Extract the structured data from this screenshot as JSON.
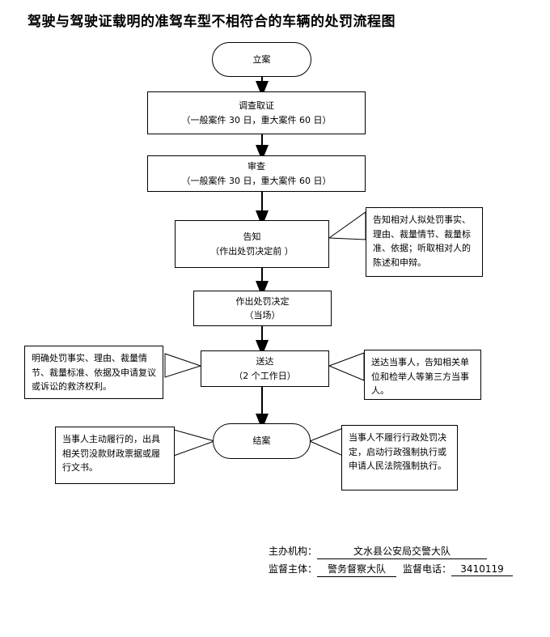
{
  "title": "驾驶与驾驶证载明的准驾车型不相符合的车辆的处罚流程图",
  "nodes": [
    {
      "id": "start",
      "shape": "terminator",
      "line1": "立案",
      "line2": ""
    },
    {
      "id": "investigate",
      "shape": "process",
      "line1": "调查取证",
      "line2": "（一般案件 30 日，重大案件 60 日）"
    },
    {
      "id": "review",
      "shape": "process",
      "line1": "审查",
      "line2": "（一般案件 30 日，重大案件 60 日）"
    },
    {
      "id": "notify",
      "shape": "process",
      "line1": "告知",
      "line2": "（作出处罚决定前 ）"
    },
    {
      "id": "decision",
      "shape": "process",
      "line1": "作出处罚决定",
      "line2": "（当场）"
    },
    {
      "id": "serve",
      "shape": "process",
      "line1": "送达",
      "line2": "（2 个工作日）"
    },
    {
      "id": "close",
      "shape": "terminator",
      "line1": "结案",
      "line2": ""
    }
  ],
  "notes": [
    {
      "id": "notify-note",
      "text": "告知相对人拟处罚事实、理由、裁量情节、裁量标准、依据；听取相对人的陈述和申辩。"
    },
    {
      "id": "serve-note-left",
      "text": "明确处罚事实、理由、裁量情节、裁量标准、依据及申请复议或诉讼的救济权利。"
    },
    {
      "id": "serve-note-right",
      "text": "送达当事人，告知相关单位和检举人等第三方当事人。"
    },
    {
      "id": "close-note-left",
      "text": "当事人主动履行的，出具相关罚没款财政票据或履行文书。"
    },
    {
      "id": "close-note-right",
      "text": "当事人不履行行政处罚决定，启动行政强制执行或申请人民法院强制执行。"
    }
  ],
  "footer": {
    "org_label": "主办机构：",
    "org_value": "文水县公安局交警大队",
    "supervisor_label": "监督主体：",
    "supervisor_value": "警务督察大队",
    "phone_label": "监督电话：",
    "phone_value": "3410119"
  },
  "colors": {
    "line": "#000000",
    "background": "#ffffff",
    "text": "#000000"
  }
}
